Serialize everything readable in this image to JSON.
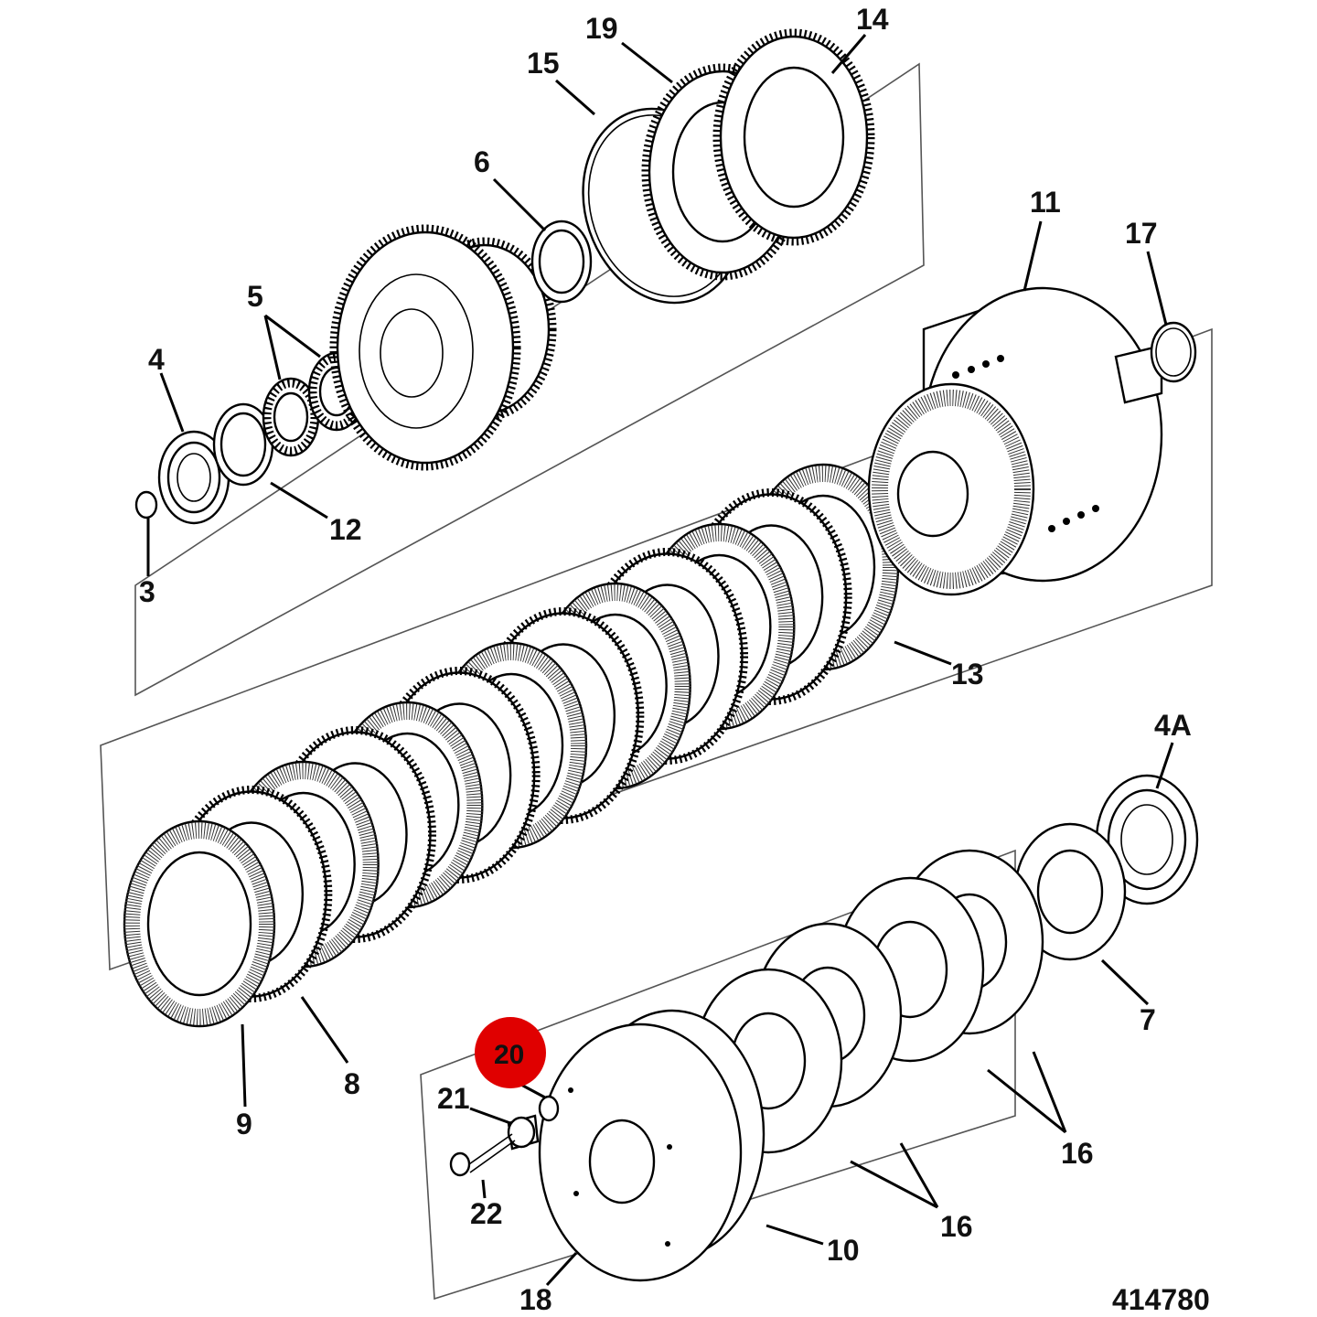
{
  "diagram": {
    "drawing_number": "414780",
    "highlighted_callout": "20",
    "callouts": [
      "3",
      "4",
      "5",
      "6",
      "12",
      "15",
      "19",
      "14",
      "11",
      "17",
      "13",
      "4A",
      "7",
      "16",
      "16",
      "10",
      "18",
      "22",
      "21",
      "20",
      "8",
      "9"
    ],
    "callout_20": "20",
    "callout_21": "21",
    "callout_22": "22",
    "callout_18": "18",
    "callout_10": "10",
    "callout_16a": "16",
    "callout_16b": "16",
    "callout_7": "7",
    "callout_4A": "4A",
    "callout_13": "13",
    "callout_11": "11",
    "callout_17": "17",
    "callout_14": "14",
    "callout_19": "19",
    "callout_15": "15",
    "callout_6": "6",
    "callout_5": "5",
    "callout_4": "4",
    "callout_3": "3",
    "callout_12": "12",
    "callout_8": "8",
    "callout_9": "9"
  },
  "colors": {
    "highlight": "#e00000",
    "line": "#000000",
    "paper": "#ffffff"
  }
}
